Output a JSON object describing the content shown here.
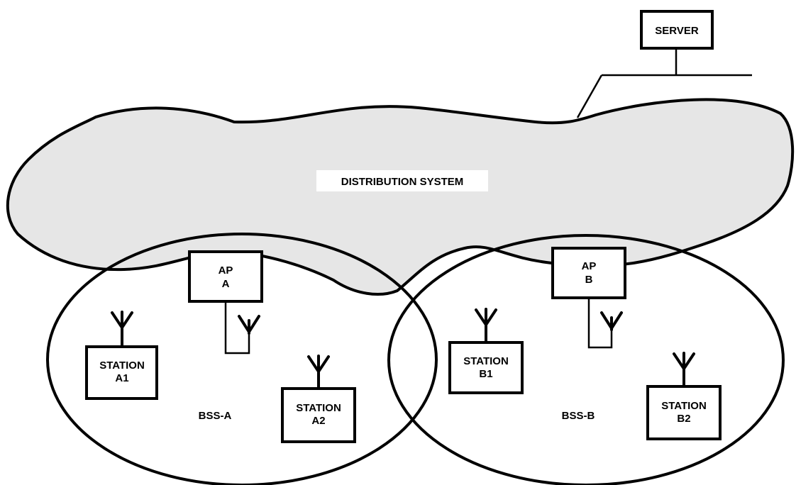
{
  "server": {
    "label": "SERVER"
  },
  "distribution_system": {
    "label": "DISTRIBUTION SYSTEM",
    "fill": "#e6e6e6"
  },
  "bss_a": {
    "label": "BSS-A",
    "access_point": {
      "line1": "AP",
      "line2": "A"
    },
    "station_1": {
      "line1": "STATION",
      "line2": "A1"
    },
    "station_2": {
      "line1": "STATION",
      "line2": "A2"
    }
  },
  "bss_b": {
    "label": "BSS-B",
    "access_point": {
      "line1": "AP",
      "line2": "B"
    },
    "station_1": {
      "line1": "STATION",
      "line2": "B1"
    },
    "station_2": {
      "line1": "STATION",
      "line2": "B2"
    }
  }
}
